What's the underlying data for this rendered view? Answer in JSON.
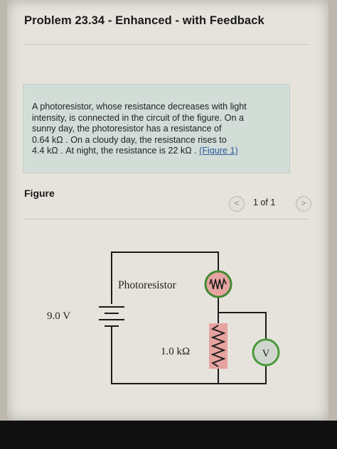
{
  "header": {
    "title": "Problem 23.34 - Enhanced - with Feedback"
  },
  "problem": {
    "lines": [
      "A photoresistor, whose resistance decreases with light",
      "intensity, is connected in the circuit of the figure. On a",
      "sunny day, the photoresistor has a resistance of",
      "0.64  kΩ . On a cloudy day, the resistance rises to",
      "4.4  kΩ . At night, the resistance is 22  kΩ . "
    ],
    "figure_link": "(Figure 1)"
  },
  "figure": {
    "heading": "Figure",
    "pager": "1 of 1",
    "prev_symbol": "<",
    "next_symbol": ">",
    "circuit": {
      "battery_label": "9.0 V",
      "photoresistor_label": "Photoresistor",
      "resistor_label": "1.0 kΩ",
      "voltmeter_label": "V"
    }
  },
  "colors": {
    "meter_green": "#4a9a3a",
    "resistor_pink": "#e6a3a0",
    "link": "#2a5a9a"
  }
}
